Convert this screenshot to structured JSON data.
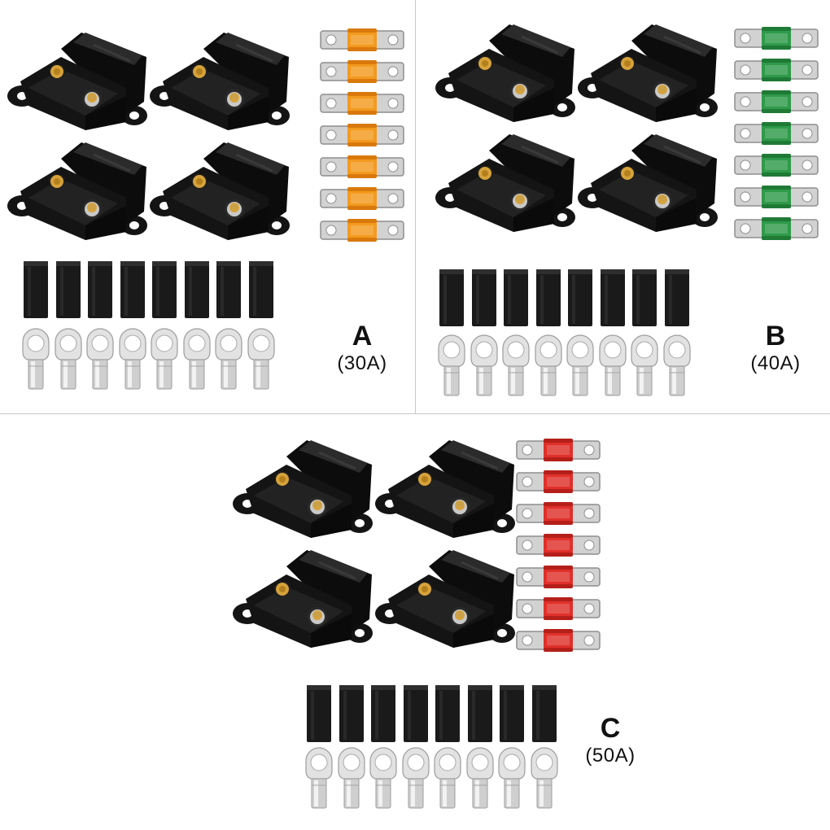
{
  "variants": [
    {
      "letter": "A",
      "rating": "(30A)",
      "fuse_color": "#f39a1e",
      "fuse_shade": "#d9790c"
    },
    {
      "letter": "B",
      "rating": "(40A)",
      "fuse_color": "#2f9a4a",
      "fuse_shade": "#1f7a36"
    },
    {
      "letter": "C",
      "rating": "(50A)",
      "fuse_color": "#e0302a",
      "fuse_shade": "#b51f1a"
    }
  ],
  "kit_contents": {
    "fuse_holders_per_kit": 4,
    "fuses_per_kit": 7,
    "heat_shrink_tubes_per_kit": 8,
    "ring_terminals_per_kit": 8
  },
  "colors": {
    "holder_body": "#141414",
    "terminal_brass": "#d6a23a",
    "terminal_silver": "#c9c9c9",
    "fuse_metal": "#d2d2d2",
    "tube_black": "#1a1a1a",
    "lug_silver": "#e2e2e2",
    "divider": "#c8c8c8"
  }
}
